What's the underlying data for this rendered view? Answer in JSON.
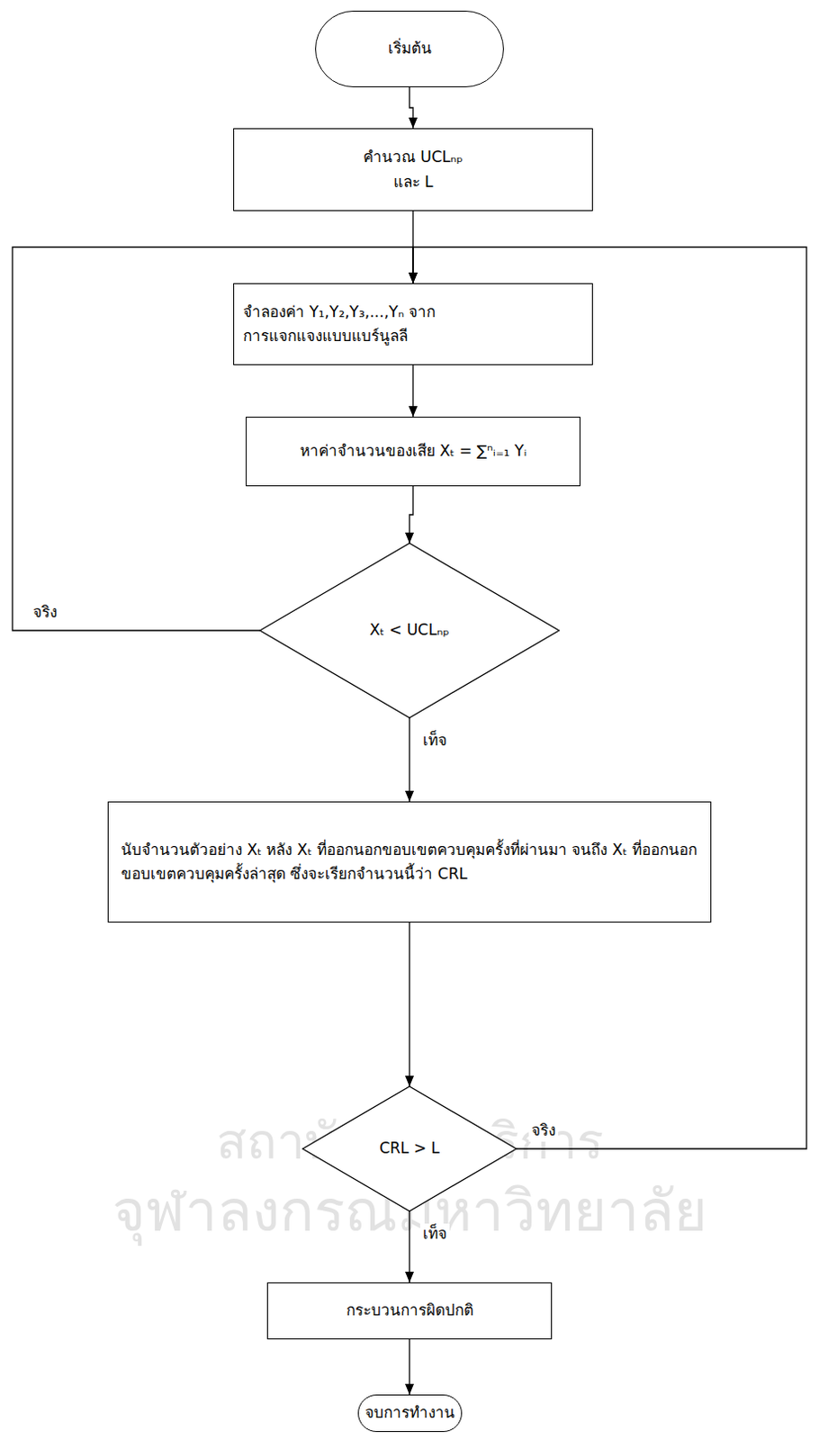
{
  "diagram": {
    "nodes": [
      {
        "text": [
          "เริ่มต้น"
        ]
      },
      {
        "text": [
          "คำนวณ UCLₙₚ และ L"
        ]
      },
      {
        "text": [
          "จำลองค่า Y₁,Y₂,Y₃,...,Yₙ จากการแจกแจงแบบแบร์นูลลี"
        ]
      },
      {
        "text": [
          "หาค่าจำนวนของเสีย Xₜ = ∑ⁿᵢ₌₁ Yᵢ"
        ]
      },
      {
        "text": [
          "Xₜ < UCLₙₚ"
        ]
      },
      {
        "text": [
          "นับจำนวนตัวอย่าง Xₜ หลัง Xₜ ที่ออกนอกขอบเขตควบคุมครั้งที่ผ่านมา จนถึง Xₜ ที่ออกนอกขอบเขตควบคุมครั้งล่าสุด ซึ่งจะเรียกจำนวนนี้ว่า CRL"
        ]
      },
      {
        "text": [
          "CRL > L"
        ]
      },
      {
        "text": [
          "กระบวนการผิดปกติ"
        ]
      },
      {
        "text": [
          "จบการทำงาน"
        ]
      }
    ],
    "edges": [
      {
        "from": 0,
        "to": 1,
        "arrow": "to"
      },
      {
        "from": 1,
        "to": 2,
        "arrow": "to"
      },
      {
        "from": 2,
        "to": 3,
        "arrow": "to"
      },
      {
        "from": 3,
        "to": 4,
        "arrow": "to"
      },
      {
        "from": 4,
        "to": 2,
        "label": "จริง",
        "arrow": "to"
      },
      {
        "from": 4,
        "to": 5,
        "label": "เท็จ",
        "arrow": "to"
      },
      {
        "from": 5,
        "to": 6,
        "arrow": "to"
      },
      {
        "from": 6,
        "to": 2,
        "label": "จริง",
        "arrow": "to"
      },
      {
        "from": 6,
        "to": 7,
        "label": "เท็จ",
        "arrow": "to"
      },
      {
        "from": 7,
        "to": 8,
        "arrow": "to"
      }
    ],
    "labels": [
      "สถาบันวิทยบริการ",
      "จุฬาลงกรณ์มหาวิทยาลัย"
    ]
  }
}
